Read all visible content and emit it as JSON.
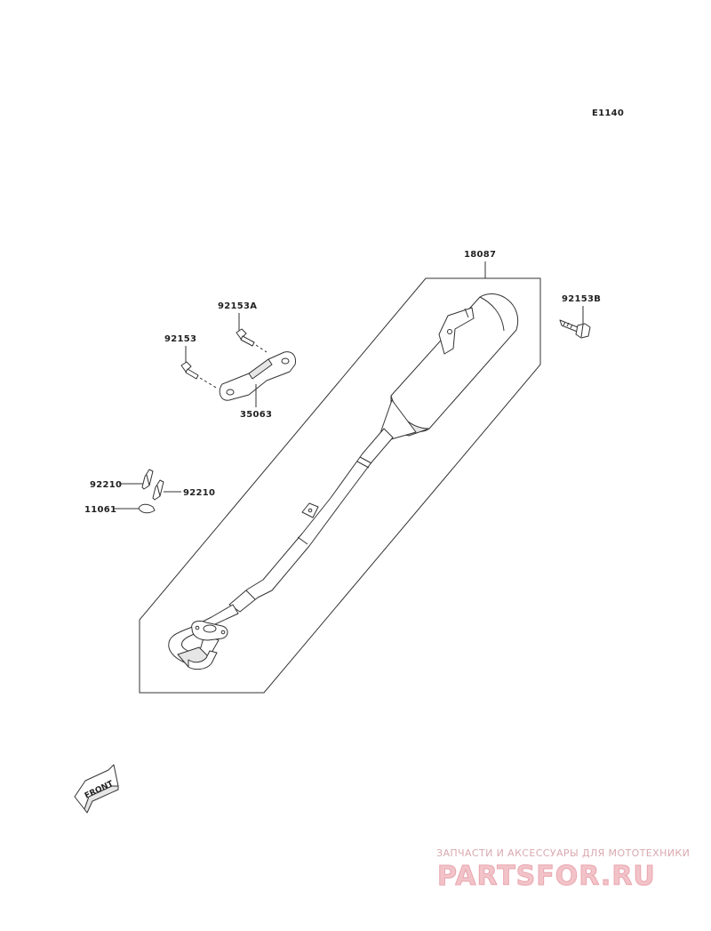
{
  "diagram_code": "E1140",
  "parts": {
    "muffler": "18087",
    "bolt_b": "92153B",
    "bolt_a": "92153A",
    "bolt": "92153",
    "bracket": "35063",
    "clip_left": "92210",
    "clip_right": "92210",
    "gasket": "11061"
  },
  "front_label": "FRONT",
  "watermark": {
    "tagline": "ЗАПЧАСТИ И АКСЕССУАРЫ ДЛЯ МОТОТЕХНИКИ",
    "brand": "PARTSFOR.RU"
  }
}
